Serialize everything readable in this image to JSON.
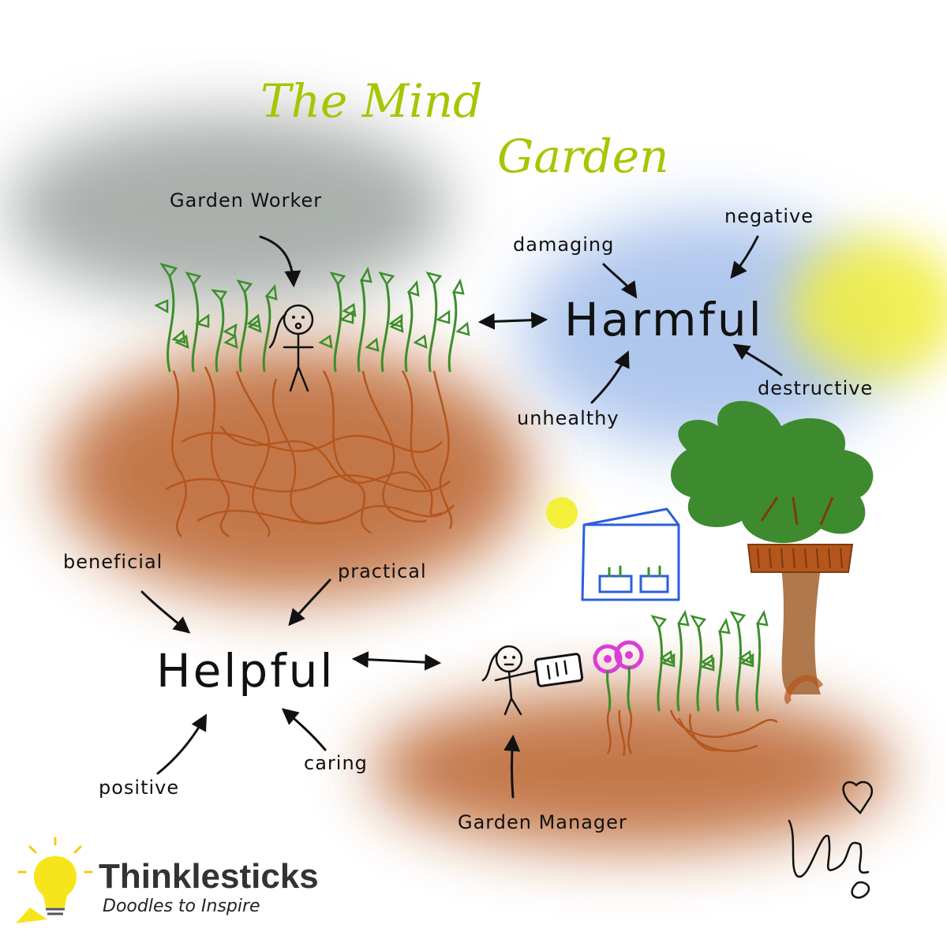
{
  "title": {
    "line1": "The Mind",
    "line2": "Garden"
  },
  "nodes": {
    "harmful": "Harmful",
    "helpful": "Helpful"
  },
  "harmful_words": {
    "damaging": "damaging",
    "negative": "negative",
    "unhealthy": "unhealthy",
    "destructive": "destructive"
  },
  "helpful_words": {
    "beneficial": "beneficial",
    "practical": "practical",
    "positive": "positive",
    "caring": "caring"
  },
  "roles": {
    "worker": "Garden Worker",
    "manager": "Garden Manager"
  },
  "logo": {
    "name": "Thinklesticks",
    "tagline": "Doodles to Inspire"
  },
  "colors": {
    "title": "#a9c400",
    "cloud": "#8f9692",
    "soil": "#b5561c",
    "sky": "#8fb0e6",
    "sun": "#f4ef3a",
    "leaf": "#3b8f2a",
    "tree": "#3e8a2f",
    "flower": "#d93fd6",
    "house": "#2b5fd9"
  }
}
